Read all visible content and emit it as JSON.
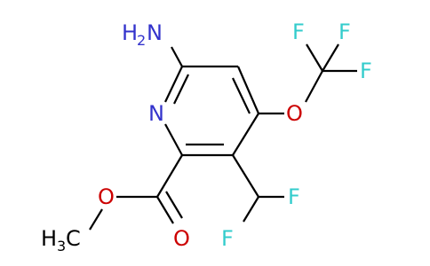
{
  "atoms": {
    "amino": "H",
    "amino_n": "N",
    "amino_sub": "2",
    "ring_n": "N",
    "ether_o": "O",
    "cf3_f1": "F",
    "cf3_f2": "F",
    "cf3_f3": "F",
    "chf2_f1": "F",
    "chf2_f2": "F",
    "ester_o": "O",
    "carbonyl_o": "O",
    "methyl_h": "H",
    "methyl_sub": "3",
    "methyl_c": "C"
  },
  "colors": {
    "nitrogen": "#3333cc",
    "oxygen": "#cc0000",
    "fluorine": "#33cccc",
    "carbon": "#000000"
  }
}
